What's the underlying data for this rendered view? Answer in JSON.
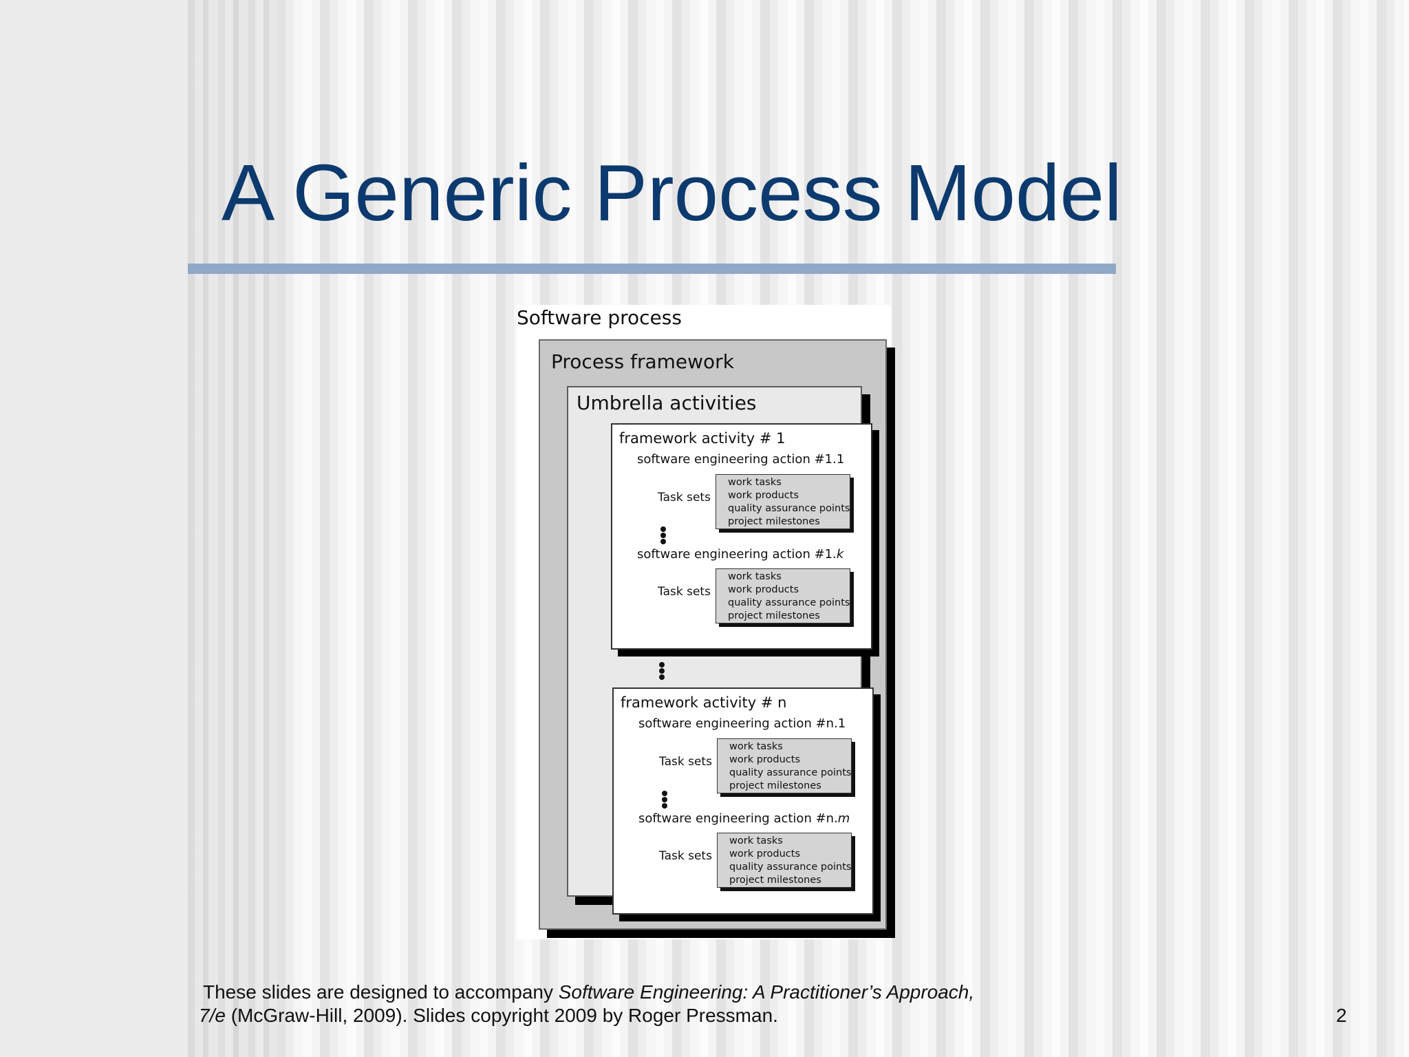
{
  "slide": {
    "title": "A Generic Process Model",
    "page_number": "2"
  },
  "diagram": {
    "software_process_label": "Software process",
    "process_framework_label": "Process framework",
    "umbrella_label": "Umbrella activities",
    "framework_activities": [
      {
        "title": "framework activity # 1",
        "actions": [
          {
            "title_prefix": "software engineering action #1.",
            "title_suffix": "1",
            "suffix_italic": false,
            "task_sets_label": "Task sets",
            "tasks": [
              "work tasks",
              "work products",
              "quality assurance points",
              "project milestones"
            ]
          },
          {
            "title_prefix": "software engineering action #1.",
            "title_suffix": "k",
            "suffix_italic": true,
            "task_sets_label": "Task sets",
            "tasks": [
              "work tasks",
              "work products",
              "quality assurance points",
              "project milestones"
            ]
          }
        ]
      },
      {
        "title": "framework activity # n",
        "actions": [
          {
            "title_prefix": "software engineering action #n.",
            "title_suffix": "1",
            "suffix_italic": false,
            "task_sets_label": "Task sets",
            "tasks": [
              "work tasks",
              "work products",
              "quality assurance points",
              "project milestones"
            ]
          },
          {
            "title_prefix": "software engineering action #n.",
            "title_suffix": "m",
            "suffix_italic": true,
            "task_sets_label": "Task sets",
            "tasks": [
              "work tasks",
              "work products",
              "quality assurance points",
              "project milestones"
            ]
          }
        ]
      }
    ]
  },
  "footer": {
    "line1_plain": "These slides are designed to accompany ",
    "line1_italic": "Software Engineering: A Practitioner’s Approach,",
    "line2_italic": "7/e",
    "line2_plain": "  (McGraw-Hill, 2009). Slides copyright 2009 by Roger Pressman."
  },
  "colors": {
    "title": "#0c3a6e",
    "title_rule": "#8fa8c6",
    "process_framework_fill": "#c8c8c8",
    "task_box_fill": "#d4d4d4"
  }
}
